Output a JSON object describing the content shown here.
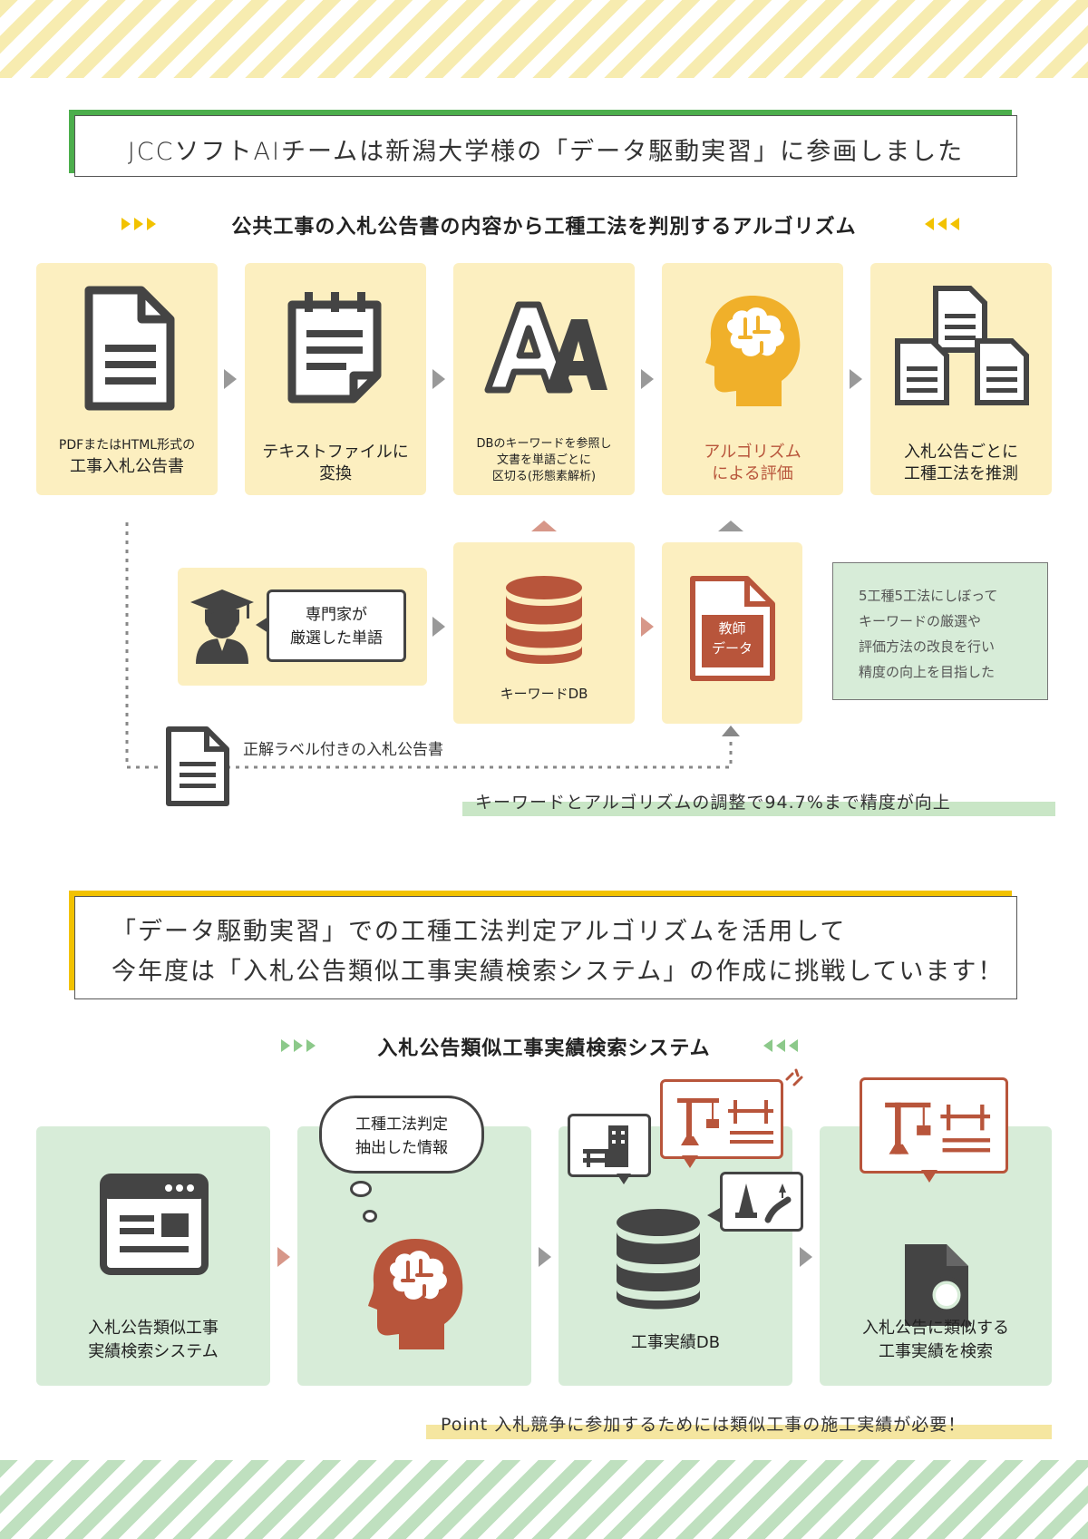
{
  "section1": {
    "headline": "JCCソフトAIチームは新潟大学様の「データ駆動実習」に参画しました",
    "subtitle": "公共工事の入札公告書の内容から工種工法を判別するアルゴリズム",
    "steps": [
      {
        "line1": "PDFまたはHTML形式の",
        "line2": "工事入札公告書",
        "line3": ""
      },
      {
        "line1": "テキストファイルに",
        "line2": "変換",
        "line3": ""
      },
      {
        "line1": "DBのキーワードを参照し",
        "line2": "文書を単語ごとに",
        "line3": "区切る(形態素解析)"
      },
      {
        "line1": "アルゴリズム",
        "line2": "による評価",
        "line3": ""
      },
      {
        "line1": "入札公告ごとに",
        "line2": "工種工法を推測",
        "line3": ""
      }
    ],
    "expert_bubble": {
      "line1": "専門家が",
      "line2": "厳選した単語"
    },
    "keyword_db": "キーワードDB",
    "teacher_data": {
      "line1": "教師",
      "line2": "データ"
    },
    "labeled_doc": "正解ラベル付きの入札公告書",
    "note": [
      "5工種5工法にしぼって",
      "キーワードの厳選や",
      "評価方法の改良を行い",
      "精度の向上を目指した"
    ],
    "result": "キーワードとアルゴリズムの調整で94.7%まで精度が向上"
  },
  "section2": {
    "headline_line1": "「データ駆動実習」での工種工法判定アルゴリズムを活用して",
    "headline_line2": "今年度は「入札公告類似工事実績検索システム」の作成に挑戦しています！",
    "subtitle": "入札公告類似工事実績検索システム",
    "thought_bubble": {
      "line1": "工種工法判定",
      "line2": "抽出した情報"
    },
    "steps": [
      {
        "line1": "入札公告類似工事",
        "line2": "実績検索システム"
      },
      {
        "line1": "",
        "line2": ""
      },
      {
        "line1": "工事実績DB",
        "line2": ""
      },
      {
        "line1": "入札公告に類似する",
        "line2": "工事実績を検索"
      }
    ],
    "point": "Point 入札競争に参加するためには類似工事の施工実績が必要！"
  },
  "colors": {
    "yellow_card": "#fcefc0",
    "green_card": "#d7ecd8",
    "accent_green": "#4cae4c",
    "accent_yellow": "#f2c200",
    "brain_orange": "#f0b02a",
    "brick_red": "#b8553b",
    "dark_icon": "#444444"
  }
}
